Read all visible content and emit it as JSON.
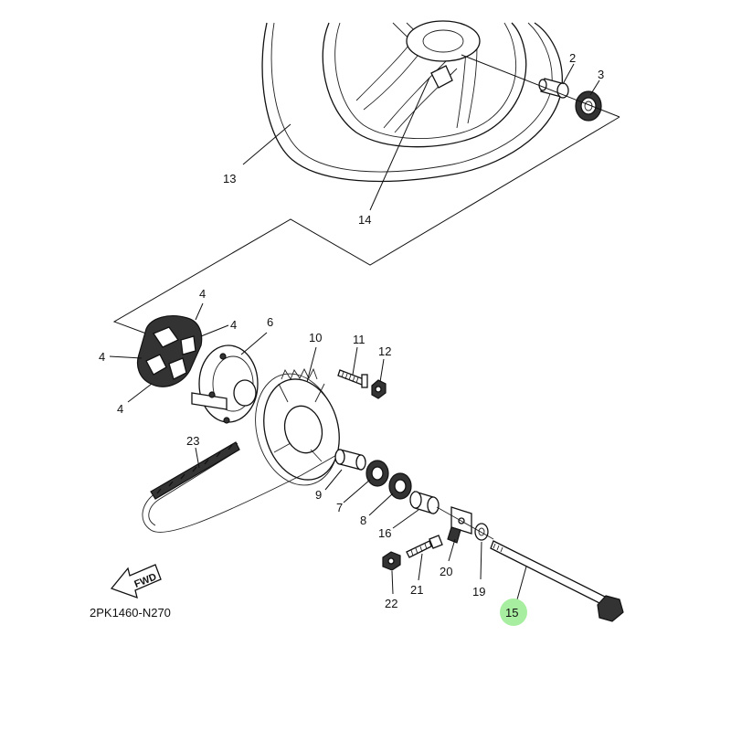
{
  "diagram": {
    "diagram_code": "2PK1460-N270",
    "fwd_label": "FWD",
    "highlight_color": "#a8eea0",
    "callouts": [
      {
        "id": "c2",
        "number": "2"
      },
      {
        "id": "c3",
        "number": "3"
      },
      {
        "id": "c13",
        "number": "13"
      },
      {
        "id": "c14",
        "number": "14"
      },
      {
        "id": "c4a",
        "number": "4"
      },
      {
        "id": "c4b",
        "number": "4"
      },
      {
        "id": "c4c",
        "number": "4"
      },
      {
        "id": "c4d",
        "number": "4"
      },
      {
        "id": "c6",
        "number": "6"
      },
      {
        "id": "c10",
        "number": "10"
      },
      {
        "id": "c11",
        "number": "11"
      },
      {
        "id": "c12",
        "number": "12"
      },
      {
        "id": "c23",
        "number": "23"
      },
      {
        "id": "c9",
        "number": "9"
      },
      {
        "id": "c7",
        "number": "7"
      },
      {
        "id": "c8",
        "number": "8"
      },
      {
        "id": "c16",
        "number": "16"
      },
      {
        "id": "c20",
        "number": "20"
      },
      {
        "id": "c19",
        "number": "19"
      },
      {
        "id": "c21",
        "number": "21"
      },
      {
        "id": "c22",
        "number": "22"
      },
      {
        "id": "c15",
        "number": "15",
        "highlighted": true
      }
    ]
  }
}
